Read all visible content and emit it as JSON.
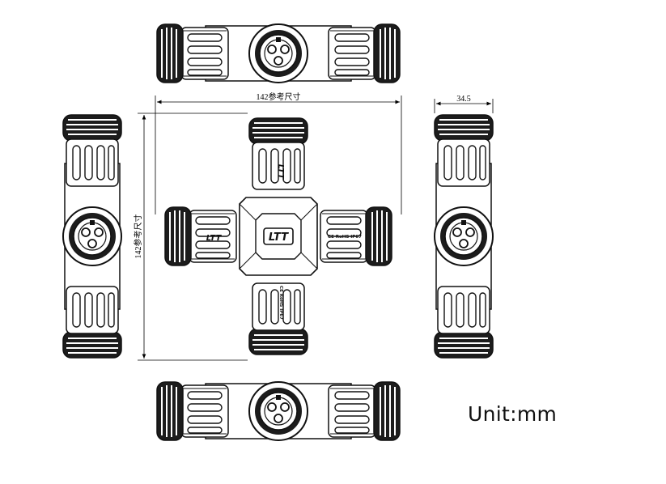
{
  "dimensions": {
    "width_label": "142参考尺寸",
    "height_label": "142参考尺寸",
    "side_width_label": "34.5"
  },
  "unit_label": "Unit:mm",
  "marks": {
    "logo_text": "LTT",
    "cert_text": "CE RoHS IP67"
  },
  "colors": {
    "body": "#ffffff",
    "line": "#111111",
    "nut": "#1c1c1c"
  }
}
